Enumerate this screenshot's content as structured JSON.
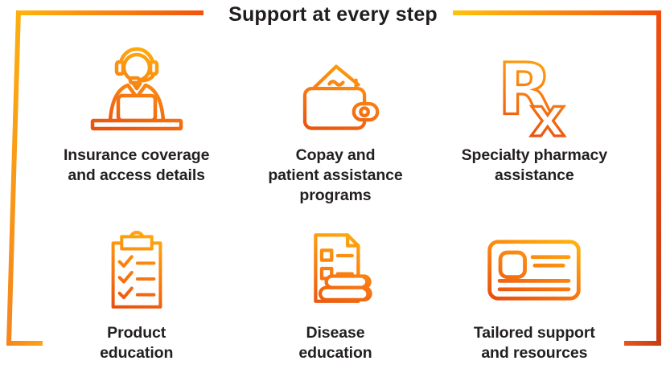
{
  "title": "Support at every step",
  "colors": {
    "gold": "#FFB60C",
    "amber": "#FCAE10",
    "orange": "#F6851D",
    "deep_orange": "#F1530F",
    "brick_red": "#C63D15",
    "icon_gradient_top": "#FFB10E",
    "icon_gradient_bottom": "#E8500F",
    "text": "#231f20"
  },
  "cards": [
    {
      "icon": "support-agent-icon",
      "label": "Insurance coverage\nand access details"
    },
    {
      "icon": "wallet-icon",
      "label": "Copay and\npatient assistance\nprograms"
    },
    {
      "icon": "rx-icon",
      "label": "Specialty pharmacy\nassistance"
    },
    {
      "icon": "clipboard-checklist-icon",
      "label": "Product\neducation"
    },
    {
      "icon": "document-books-icon",
      "label": "Disease\neducation"
    },
    {
      "icon": "id-card-icon",
      "label": "Tailored support\nand resources"
    }
  ],
  "rx": {
    "r": "R",
    "x": "x"
  }
}
